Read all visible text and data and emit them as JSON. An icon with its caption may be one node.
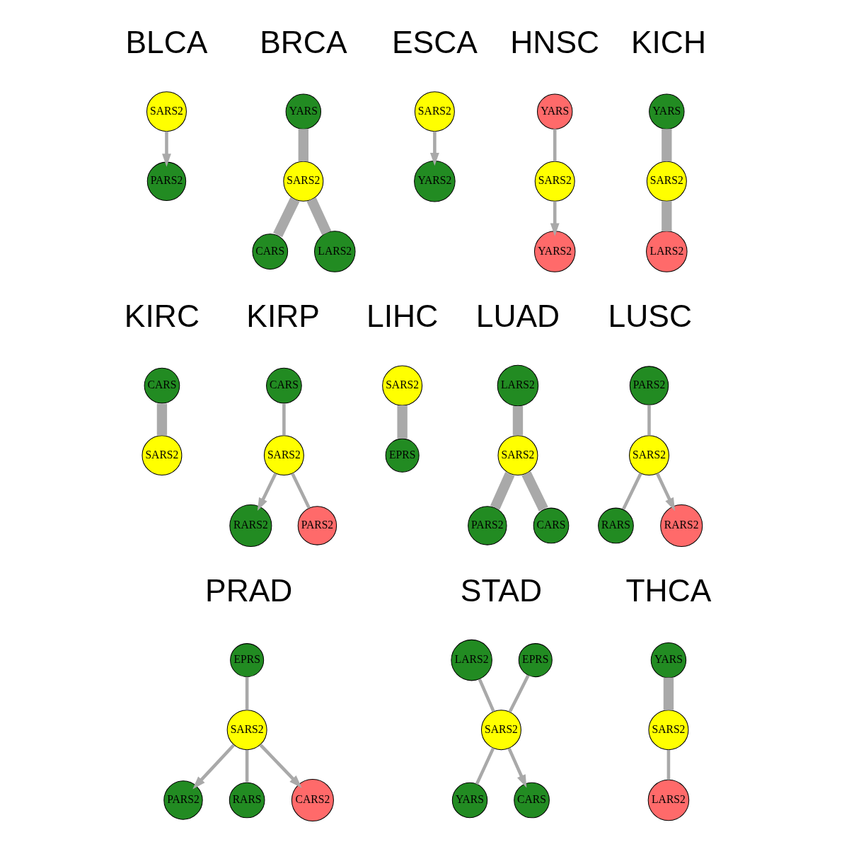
{
  "diagram": {
    "nodes": [
      {
        "text": [
          "PARS2"
        ]
      },
      {
        "text": [
          "SARS2"
        ]
      },
      {
        "text": [
          "YARS"
        ]
      },
      {
        "text": [
          "SARS2"
        ]
      },
      {
        "text": [
          "CARS"
        ]
      },
      {
        "text": [
          "LARS2"
        ]
      },
      {
        "text": [
          "YARS2"
        ]
      },
      {
        "text": [
          "SARS2"
        ]
      },
      {
        "text": [
          "YARS"
        ]
      },
      {
        "text": [
          "SARS2"
        ]
      },
      {
        "text": [
          "YARS2"
        ]
      },
      {
        "text": [
          "YARS"
        ]
      },
      {
        "text": [
          "SARS2"
        ]
      },
      {
        "text": [
          "LARS2"
        ]
      },
      {
        "text": [
          "CARS"
        ]
      },
      {
        "text": [
          "SARS2"
        ]
      },
      {
        "text": [
          "CARS"
        ]
      },
      {
        "text": [
          "RARS2"
        ]
      },
      {
        "text": [
          "SARS2"
        ]
      },
      {
        "text": [
          "PARS2"
        ]
      },
      {
        "text": [
          "SARS2"
        ]
      },
      {
        "text": [
          "EPRS"
        ]
      },
      {
        "text": [
          "LARS2"
        ]
      },
      {
        "text": [
          "SARS2"
        ]
      },
      {
        "text": [
          "PARS2"
        ]
      },
      {
        "text": [
          "CARS"
        ]
      },
      {
        "text": [
          "PARS2"
        ]
      },
      {
        "text": [
          "SARS2"
        ]
      },
      {
        "text": [
          "RARS"
        ]
      },
      {
        "text": [
          "RARS2"
        ]
      },
      {
        "text": [
          "EPRS"
        ]
      },
      {
        "text": [
          "PARS2"
        ]
      },
      {
        "text": [
          "SARS2"
        ]
      },
      {
        "text": [
          "RARS"
        ]
      },
      {
        "text": [
          "CARS2"
        ]
      },
      {
        "text": [
          "EPRS"
        ]
      },
      {
        "text": [
          "LARS2"
        ]
      },
      {
        "text": [
          "SARS2"
        ]
      },
      {
        "text": [
          "YARS"
        ]
      },
      {
        "text": [
          "CARS"
        ]
      },
      {
        "text": [
          "YARS"
        ]
      },
      {
        "text": [
          "SARS2"
        ]
      },
      {
        "text": [
          "LARS2"
        ]
      }
    ],
    "edges": [
      {
        "from": 1,
        "to": 0,
        "arrow": "to"
      },
      {
        "from": 2,
        "to": 3,
        "arrow": "none",
        "style": "thick"
      },
      {
        "from": 3,
        "to": 4,
        "arrow": "none",
        "style": "thick"
      },
      {
        "from": 3,
        "to": 5,
        "arrow": "none",
        "style": "thick"
      },
      {
        "from": 7,
        "to": 6,
        "arrow": "to"
      },
      {
        "from": 8,
        "to": 9,
        "arrow": "none"
      },
      {
        "from": 9,
        "to": 10,
        "arrow": "to"
      },
      {
        "from": 11,
        "to": 12,
        "arrow": "none",
        "style": "thick"
      },
      {
        "from": 12,
        "to": 13,
        "arrow": "none",
        "style": "thick"
      },
      {
        "from": 14,
        "to": 15,
        "arrow": "none",
        "style": "thick"
      },
      {
        "from": 16,
        "to": 18,
        "arrow": "none"
      },
      {
        "from": 18,
        "to": 17,
        "arrow": "to"
      },
      {
        "from": 18,
        "to": 19,
        "arrow": "none"
      },
      {
        "from": 20,
        "to": 21,
        "arrow": "none",
        "style": "thick"
      },
      {
        "from": 22,
        "to": 23,
        "arrow": "none",
        "style": "thick"
      },
      {
        "from": 23,
        "to": 24,
        "arrow": "none",
        "style": "thick"
      },
      {
        "from": 23,
        "to": 25,
        "arrow": "none",
        "style": "thick"
      },
      {
        "from": 26,
        "to": 27,
        "arrow": "none"
      },
      {
        "from": 27,
        "to": 28,
        "arrow": "none"
      },
      {
        "from": 27,
        "to": 29,
        "arrow": "to"
      },
      {
        "from": 30,
        "to": 32,
        "arrow": "none"
      },
      {
        "from": 32,
        "to": 31,
        "arrow": "to"
      },
      {
        "from": 32,
        "to": 33,
        "arrow": "none"
      },
      {
        "from": 32,
        "to": 34,
        "arrow": "to"
      },
      {
        "from": 35,
        "to": 37,
        "arrow": "none"
      },
      {
        "from": 36,
        "to": 37,
        "arrow": "none"
      },
      {
        "from": 37,
        "to": 38,
        "arrow": "none"
      },
      {
        "from": 37,
        "to": 39,
        "arrow": "to"
      },
      {
        "from": 40,
        "to": 41,
        "arrow": "none",
        "style": "thick"
      },
      {
        "from": 41,
        "to": 42,
        "arrow": "none"
      }
    ],
    "labels": [
      "BLCA",
      "BRCA",
      "ESCA",
      "HNSC",
      "KICH",
      "KIRC",
      "KIRP",
      "LIHC",
      "LUAD",
      "LUSC",
      "PRAD",
      "STAD",
      "THCA"
    ]
  }
}
